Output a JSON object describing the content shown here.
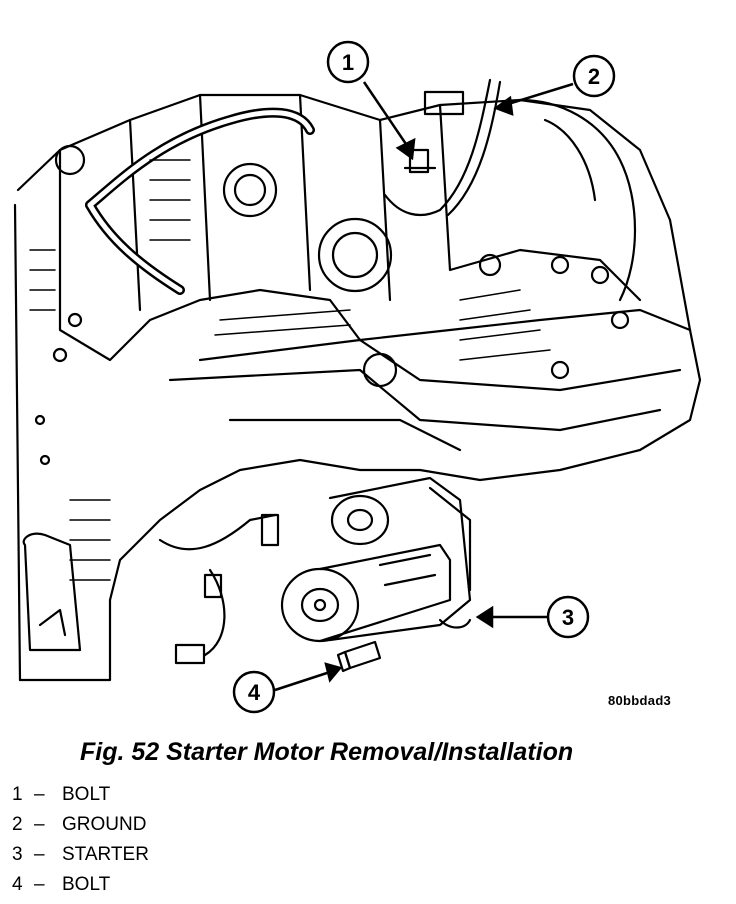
{
  "figure": {
    "caption": "Fig. 52 Starter Motor Removal/Installation",
    "image_code": "80bbdad3"
  },
  "callouts": [
    {
      "number": "1",
      "label": "BOLT"
    },
    {
      "number": "2",
      "label": "GROUND"
    },
    {
      "number": "3",
      "label": "STARTER"
    },
    {
      "number": "4",
      "label": "BOLT"
    }
  ],
  "legend_separator": "–",
  "colors": {
    "ink": "#000000",
    "paper": "#ffffff"
  }
}
